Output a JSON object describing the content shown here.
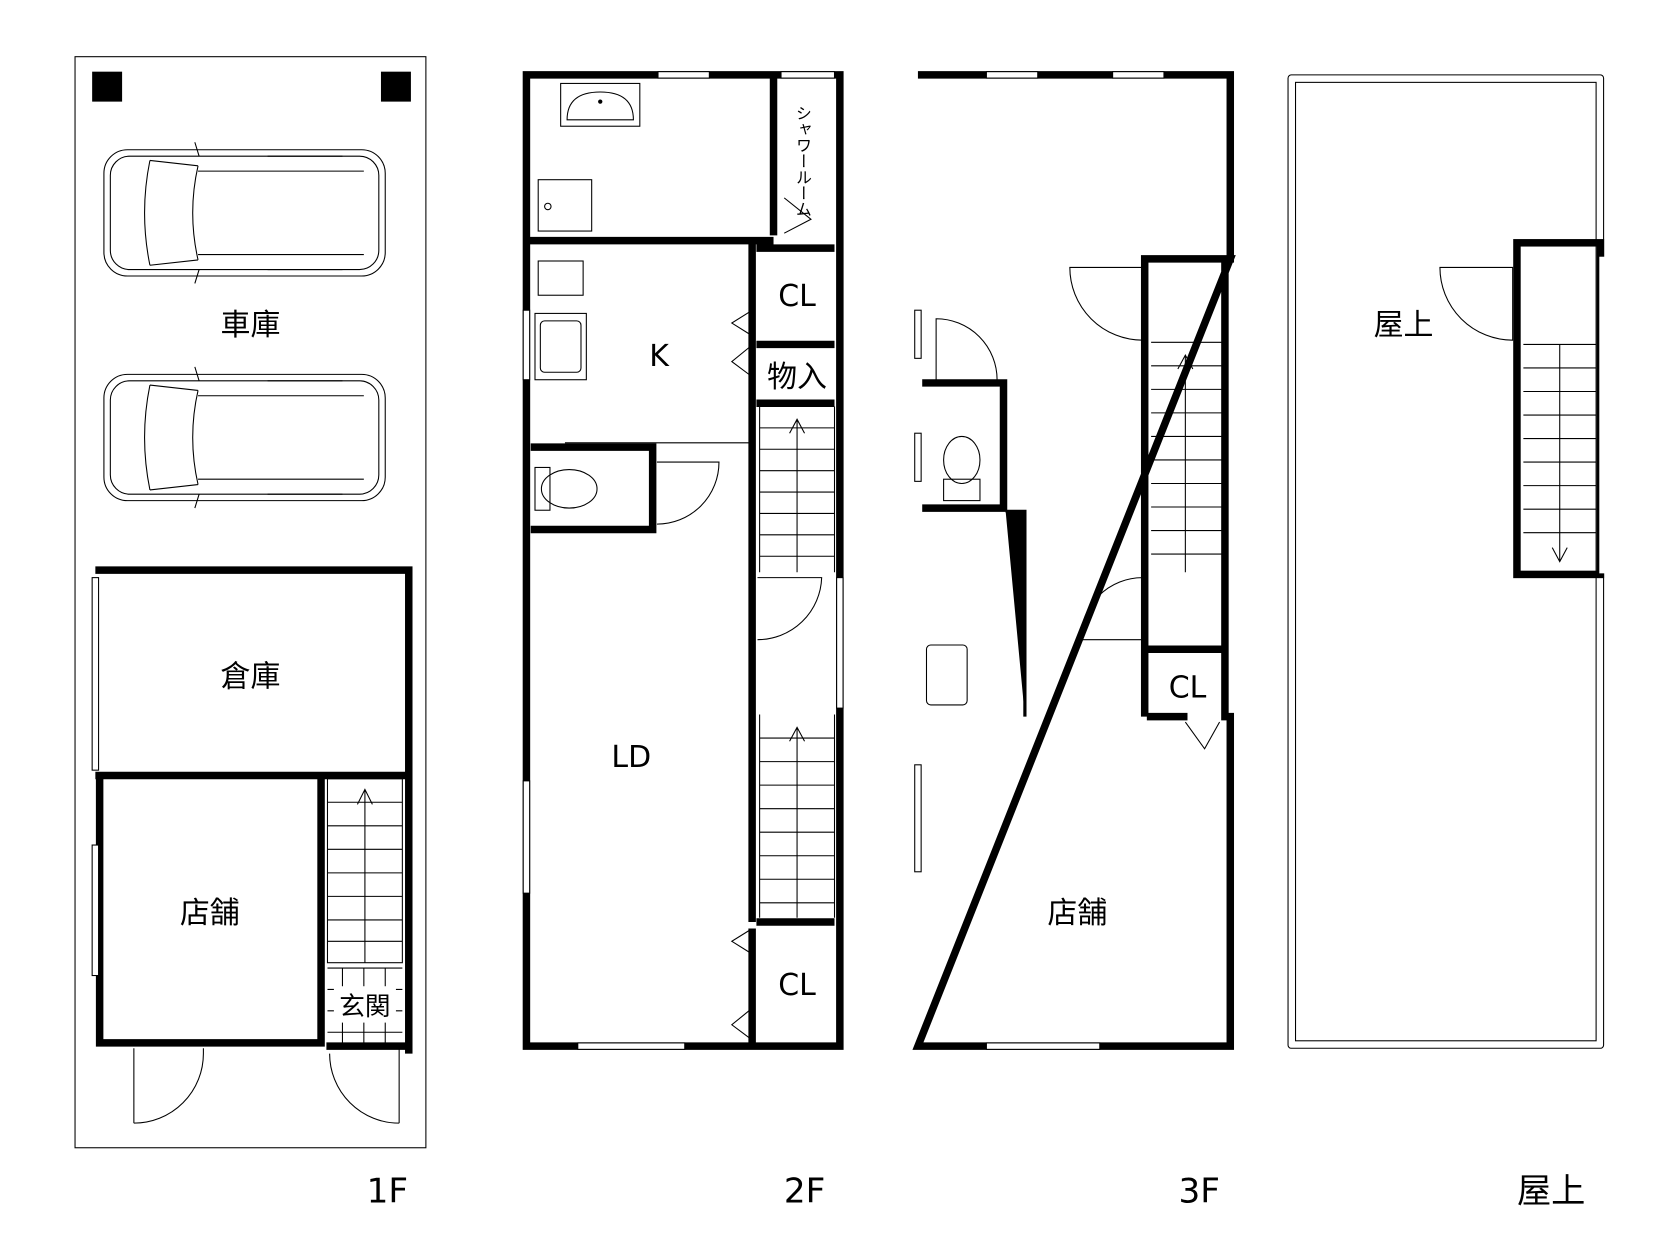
{
  "floors": {
    "f1": {
      "label": "1F",
      "rooms": {
        "garage": "車庫",
        "storage": "倉庫",
        "shop": "店舗",
        "entrance": "玄関"
      }
    },
    "f2": {
      "label": "2F",
      "rooms": {
        "shower": "シャワールーム",
        "kitchen": "K",
        "closet1": "CL",
        "storeroom": "物入",
        "living": "LD",
        "closet2": "CL"
      }
    },
    "f3": {
      "label": "3F",
      "rooms": {
        "shop": "店舗",
        "closet": "CL"
      }
    },
    "roof": {
      "label": "屋上",
      "rooms": {
        "rooftop": "屋上"
      }
    }
  }
}
